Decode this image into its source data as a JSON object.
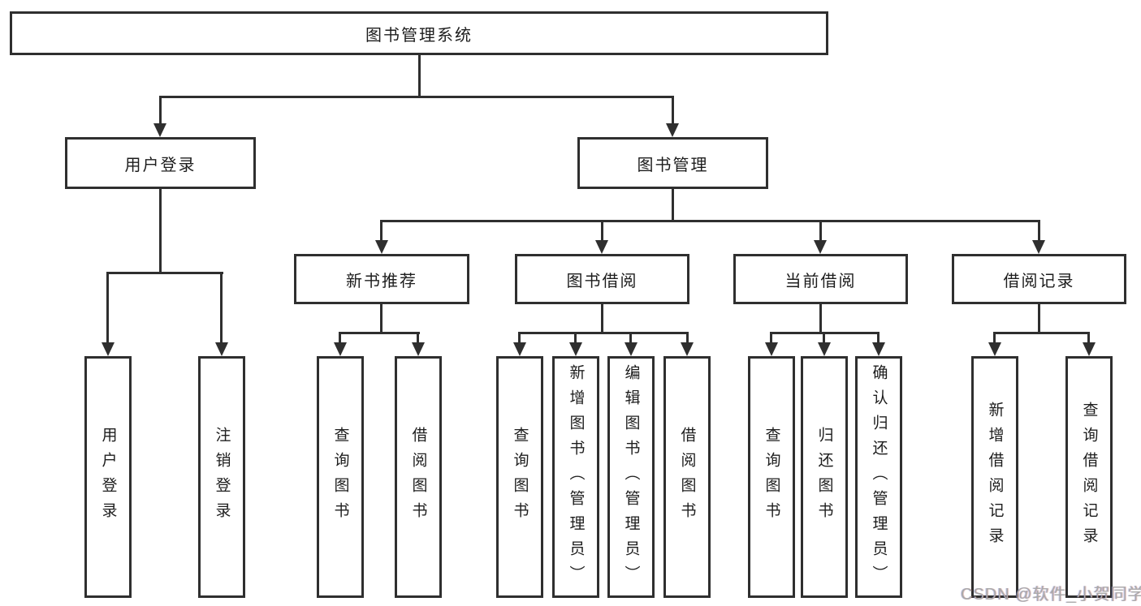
{
  "tree": {
    "root": "图书管理系统",
    "user_login": {
      "label": "用户登录",
      "children": {
        "login": "用户登录",
        "logout": "注销登录"
      }
    },
    "book_mgmt": {
      "label": "图书管理",
      "groups": {
        "new_books": {
          "label": "新书推荐",
          "children": {
            "query": "查询图书",
            "borrow": "借阅图书"
          }
        },
        "borrowing": {
          "label": "图书借阅",
          "children": {
            "query": "查询图书",
            "add": "新增图书（管理员）",
            "edit": "编辑图书（管理员）",
            "borrow": "借阅图书"
          }
        },
        "current": {
          "label": "当前借阅",
          "children": {
            "query": "查询图书",
            "return": "归还图书",
            "confirm": "确认归还（管理员）"
          }
        },
        "records": {
          "label": "借阅记录",
          "children": {
            "add": "新增借阅记录",
            "query": "查询借阅记录"
          }
        }
      }
    }
  },
  "watermark": {
    "text": "CSDN @软件_小贺同学"
  },
  "colors": {
    "line": "#2f2f2f",
    "box_border": "#2f2f2f",
    "text": "#1d1d1d",
    "background": "#ffffff",
    "watermark": "#a9a9a9"
  }
}
